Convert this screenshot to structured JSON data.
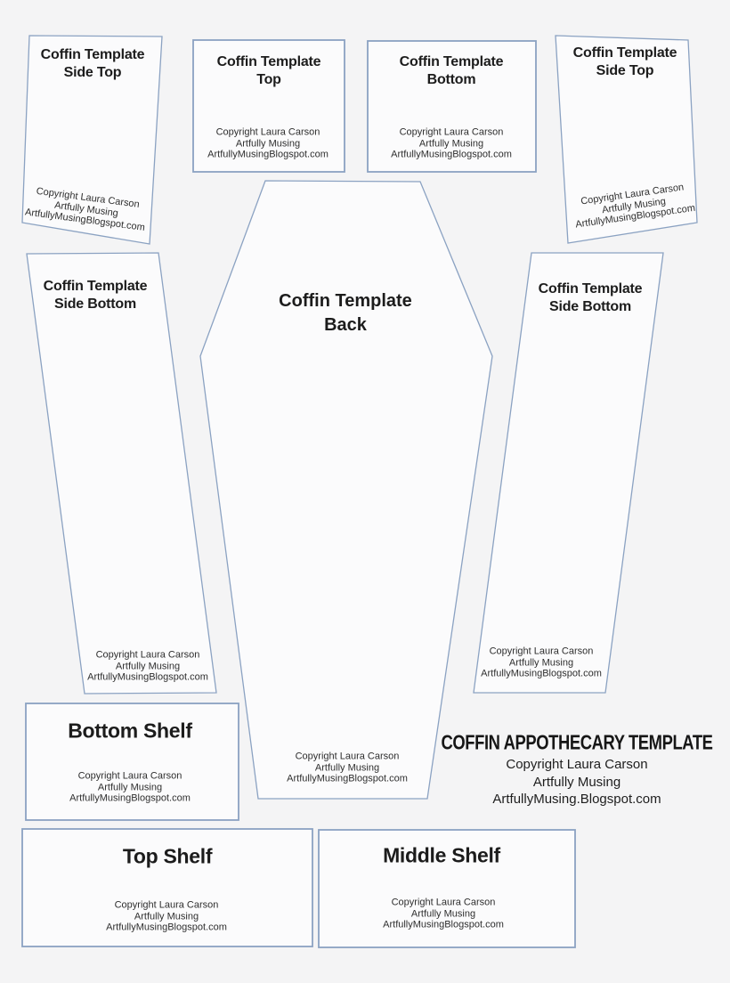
{
  "colors": {
    "background": "#f4f4f5",
    "piece_fill": "#fbfbfc",
    "outline": "#8ba2c2",
    "title_text": "#1c1c1c",
    "copyright_text": "#2e2e2e"
  },
  "copyright_block": {
    "line1": "Copyright Laura Carson",
    "line2": "Artfully Musing",
    "line3": "ArtfullyMusingBlogspot.com"
  },
  "pieces": {
    "side_top_left": {
      "title_line1": "Coffin Template",
      "title_line2": "Side Top"
    },
    "top": {
      "title_line1": "Coffin Template",
      "title_line2": "Top"
    },
    "bottom": {
      "title_line1": "Coffin Template",
      "title_line2": "Bottom"
    },
    "side_top_right": {
      "title_line1": "Coffin Template",
      "title_line2": "Side Top"
    },
    "side_bottom_left": {
      "title_line1": "Coffin Template",
      "title_line2": "Side Bottom"
    },
    "back": {
      "title_line1": "Coffin Template",
      "title_line2": "Back"
    },
    "side_bottom_right": {
      "title_line1": "Coffin Template",
      "title_line2": "Side Bottom"
    },
    "bottom_shelf": {
      "title": "Bottom Shelf"
    },
    "top_shelf": {
      "title": "Top Shelf"
    },
    "middle_shelf": {
      "title": "Middle Shelf"
    }
  },
  "footer": {
    "title": "COFFIN APPOTHECARY TEMPLATE",
    "line1": "Copyright Laura Carson",
    "line2": "Artfully Musing",
    "line3": "ArtfullyMusing.Blogspot.com"
  }
}
